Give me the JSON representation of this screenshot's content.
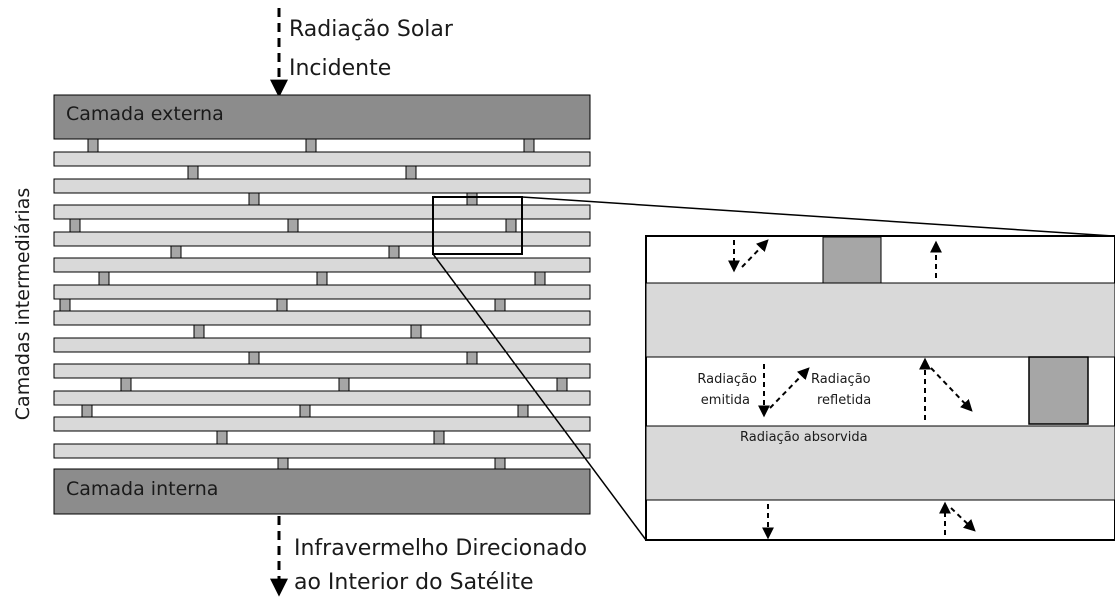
{
  "diagram": {
    "incident_label_line1": "Radiação Solar",
    "incident_label_line2": "Incidente",
    "outer_layer_label": "Camada externa",
    "inner_layer_label": "Camada interna",
    "intermediate_layers_label": "Camadas intermediárias",
    "outgoing_label_line1": "Infravermelho Direcionado",
    "outgoing_label_line2": "ao Interior do Satélite",
    "zoom": {
      "emitted_line1": "Radiação",
      "emitted_line2": "emitida",
      "reflected_line1": "Radiação",
      "reflected_line2": "refletida",
      "absorbed": "Radiação absorvida"
    }
  },
  "colors": {
    "outer_layer": "#8c8c8c",
    "intermediate_layer": "#d9d9d9",
    "spacer": "#a6a6a6",
    "stroke": "#000000"
  }
}
